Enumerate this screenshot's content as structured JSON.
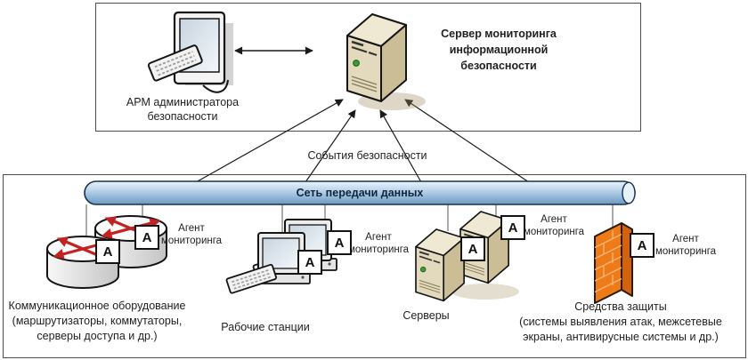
{
  "top_box": {
    "admin_label_line1": "АРМ администратора",
    "admin_label_line2": "безопасности",
    "server_label_line1": "Сервер мониторинга",
    "server_label_line2": "информационной",
    "server_label_line3": "безопасности"
  },
  "events_label": "События безопасности",
  "bus": {
    "label": "Сеть передачи данных"
  },
  "agent": {
    "letter": "А",
    "line1": "Агент",
    "line2": "мониторинга"
  },
  "groups": {
    "comm": {
      "line1": "Коммуникационное оборудование",
      "line2": "(маршрутизаторы, коммутаторы,",
      "line3": "серверы доступа и др.)"
    },
    "workstations": {
      "line1": "Рабочие станции"
    },
    "servers": {
      "line1": "Серверы"
    },
    "security": {
      "line1": "Средства защиты",
      "line2": "(системы выявления атак, межсетевые",
      "line3": "экраны, антивирусные системы и др.)"
    }
  },
  "colors": {
    "bus_blue_light": "#e9f2fa",
    "bus_blue_dark": "#6d98bf",
    "bus_border": "#16324f",
    "firewall_orange": "#ee7b17",
    "firewall_side": "#d2620c",
    "router_arrow_red": "#c32222",
    "server_beige_front": "#e3d9bc",
    "server_beige_side": "#cbbd95",
    "outline": "#141414",
    "box_border": "#4d4d4d"
  }
}
